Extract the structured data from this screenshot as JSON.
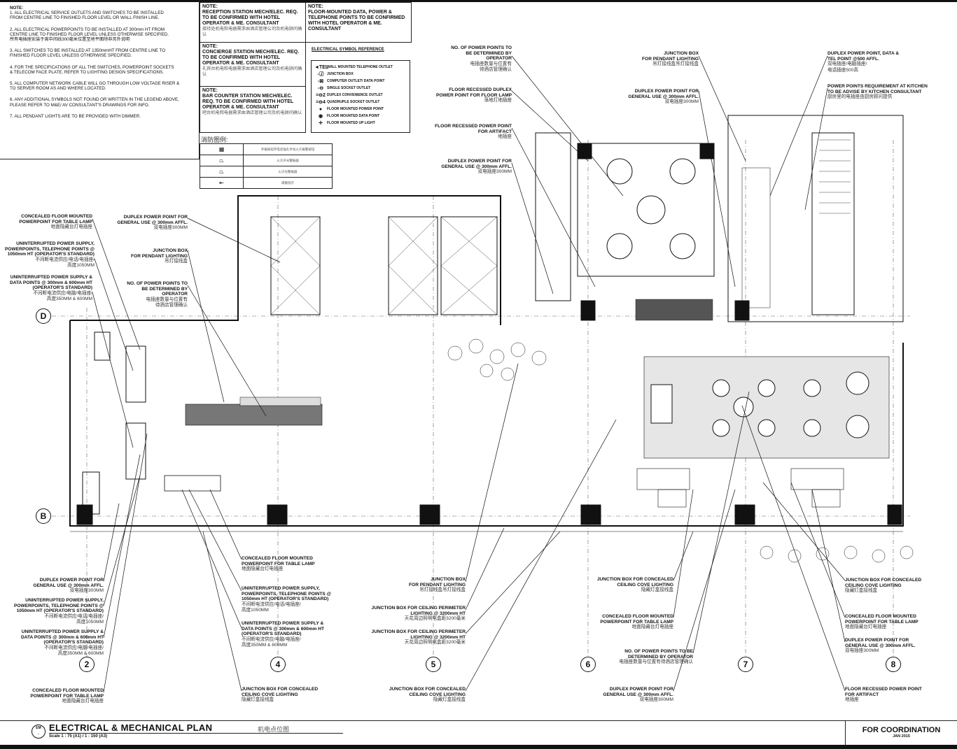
{
  "notes": {
    "title": "NOTE:",
    "items": [
      "1. ALL ELECTRICAL SERVICE OUTLETS AND SWITCHES TO BE INSTALLED\n   FROM CENTRE LINE TO FINISHED FLOOR LEVEL OR WALL FINISH LINE.",
      "2. ALL ELECTRICAL POWERPOINTS TO BE INSTALLED AT 300mm HT FROM\n   CENTRE LINE TO FINISHED FLOOR LEVEL UNLESS OTHERWISE SPECIFIED.\n   所有电插座安装于离中间线300毫米位置至地平面除非另外说明",
      "3. ALL SWITCHES TO BE INSTALLED AT 1350mmHT FROM CENTRE LINE TO\n   FINISHED FLOOR LEVEL UNLESS OTHERWISE SPECIFIED.",
      "4. FOR THE SPECIFICATIONS OF ALL THE SWITCHES, POWERPOINT SOCKETS\n   & TELECOM FACE PLATE, REFER TO LIGHTING DESIGN SPECIFICATIONS.",
      "5. ALL COMPUTER NETWORK CABLE WILL GO THROUGH LOW VOLTAGE RISER &\nTO SERVER ROOM AS AND WHERE LOCATED.",
      "6. ANY ADDITIONAL SYMBOLS NOT FOUND OR WRITTEN IN THE LEGEND ABOVE,\nPLEASE REFER TO M&E/ AV CONSULTANT'S DRAWINGS FOR INFO.",
      "7. ALL PENDANT LIGHTS ARE TO BE    PROVIDED WITH DIMMER."
    ]
  },
  "station_notes": [
    {
      "title": "NOTE:",
      "text": "RECEPTION STATION MECH/ELEC. REQ. TO BE CONFIRMED WITH HOTEL OPERATOR & ME. CONSULTANT",
      "cn": "接待处机电和电器需求由酒店管理公司及机电顾问确认"
    },
    {
      "title": "NOTE:",
      "text": "CONCIERGE STATION MECH/ELEC. REQ. TO BE CONFIRMED WITH HOTEL OPERATOR & ME. CONSULTANT",
      "cn": "礼宾台机电和电器需求由酒店管理公司及机电顾问确认"
    },
    {
      "title": "NOTE:",
      "text": "BAR COUNTER STATION MECH/ELEC. REQ. TO BE CONFIRMED WITH HOTEL OPERATOR & ME. CONSULTANT",
      "cn": "吧台机电和电器需求由酒店管理公司及机电顾问确认"
    },
    {
      "title": "NOTE:",
      "text": "FLOOR-MOUNTED DATA, POWER & TELEPHONE POINTS TO BE CONFIRMED WITH HOTEL OPERATOR & ME. CONSULTANT",
      "cn": ""
    }
  ],
  "legend": {
    "title": "ELECTRICAL SYMBOL REFERENCE",
    "items": [
      {
        "sym": "◄TEL",
        "label": "WALL MOUNTED TELEPHONE OUTLET"
      },
      {
        "sym": "-Ⓙ",
        "label": "JUNCTION BOX"
      },
      {
        "sym": "-⊠",
        "label": "COMPUTER OUTLET/ DATA POINT"
      },
      {
        "sym": "-⊖",
        "label": "SINGLE SOCKET OUTLET"
      },
      {
        "sym": "=⊖2",
        "label": "DUPLEX CONVENIENCE OUTLET"
      },
      {
        "sym": "=⊖4",
        "label": "QUADRUPLE SOCKET OUTLET"
      },
      {
        "sym": "●",
        "label": "FLOOR MOUNTED POWER POINT"
      },
      {
        "sym": "◉",
        "label": "FLOOR MOUNTED DATA POINT"
      },
      {
        "sym": "✛",
        "label": "FLOOR MOUNTED UP LIGHT"
      }
    ]
  },
  "fire_legend": {
    "title": "消防图例:",
    "rows": [
      {
        "sym": "▦",
        "label": "手报按钮带电话插孔手动火灾报警按钮"
      },
      {
        "sym": "⏢",
        "label": "火灾声光警报器"
      },
      {
        "sym": "⏢",
        "label": "火灾光警报器"
      },
      {
        "sym": "⇤",
        "label": "疏散指示"
      }
    ]
  },
  "callouts": [
    {
      "en": "CONCEALED FLOOR MOUNTED\nPOWERPOINT FOR TABLE LAMP",
      "cn": "地面隐藏台灯电插座"
    },
    {
      "en": "UNINTERRUPTED POWER SUPPLY,\nPOWERPOINTS, TELEPHONE POINTS @\n1050mm HT (OPERATOR'S STANDARD)",
      "cn": "不间断电流供应/电话/电插座/\n高度1050MM"
    },
    {
      "en": "UNINTERRUPTED POWER SUPPLY &\nDATA POINTS @ 300mm & 600mm HT\n(OPERATOR'S STANDARD)",
      "cn": "不间断电流供应/电脑/电插座/\n高度350MM & 600MM"
    },
    {
      "en": "DUPLEX POWER POINT FOR\nGENERAL USE @ 300mm AFFL.",
      "cn": "双电插座300MM"
    },
    {
      "en": "JUNCTION BOX\nFOR PENDANT LIGHTING",
      "cn": "吊灯接线盒"
    },
    {
      "en": "NO. OF POWER POINTS TO\nBE DETERMINED BY\nOPERATOR",
      "cn": "电插座数量与位置有\n待酒店管理确认"
    },
    {
      "en": "DUPLEX POWER POINT FOR\nGENERAL USE @ 300mm AFFL.",
      "cn": "双电插座300MM"
    },
    {
      "en": "UNINTERRUPTED POWER SUPPLY,\nPOWERPOINTS, TELEPHONE POINTS @\n1050mm HT (OPERATOR'S STANDARD)",
      "cn": "不间断电流供应/电话/电插座/\n高度1050MM"
    },
    {
      "en": "UNINTERRUPTED POWER SUPPLY &\nDATA POINTS @ 300mm & 600mm HT\n(OPERATOR'S STANDARD)",
      "cn": "不间断电流供应/电脑/电插座/\n高度350MM & 600MM"
    },
    {
      "en": "CONCEALED FLOOR MOUNTED\nPOWERPOINT FOR TABLE LAMP",
      "cn": "地面隐藏台灯电插座"
    },
    {
      "en": "CONCEALED FLOOR MOUNTED\nPOWERPOINT FOR TABLE LAMP",
      "cn": "地面隐藏台灯电插座"
    },
    {
      "en": "UNINTERRUPTED POWER SUPPLY,\nPOWERPOINTS, TELEPHONE POINTS @\n1050mm HT (OPERATOR'S STANDARD)",
      "cn": "不间断电流供应/电话/电插座/\n高度1050MM"
    },
    {
      "en": "UNINTERRUPTED POWER SUPPLY &\nDATA POINTS @ 300mm & 600mm HT\n(OPERATOR'S STANDARD)",
      "cn": "不间断电流供应/电脑/电插座/\n高度350MM & 600MM"
    },
    {
      "en": "JUNCTION BOX FOR CONCEALED\nCEILING COVE LIGHTING",
      "cn": "隐藏灯盒接线盒"
    },
    {
      "en": "JUNCTION BOX\nFOR PENDANT LIGHTING",
      "cn": "吊灯接线盒吊灯接线盒"
    },
    {
      "en": "JUNCTION BOX FOR CEILING PERIMETER\nLIGHTING @ 3200mm HT",
      "cn": "天花周边照明电盒距3200毫米"
    },
    {
      "en": "JUNCTION BOX FOR CEILING PERIMETER\nLIGHTING @ 3200mm HT",
      "cn": "天花周边照明电盒距3200毫米"
    },
    {
      "en": "JUNCTION BOX FOR CONCEALED\nCEILING COVE LIGHTING",
      "cn": "隐藏灯盒接线盒"
    },
    {
      "en": "JUNCTION BOX FOR CONCEALED\nCEILING COVE LIGHTING",
      "cn": "隐藏灯盒接线盒"
    },
    {
      "en": "CONCEALED FLOOR MOUNTED\nPOWERPOINT FOR TABLE LAMP",
      "cn": "地面隐藏台灯电插座"
    },
    {
      "en": "NO. OF POWER POINTS TO BE\nDETERMINED BY OPERATOR",
      "cn": "电插座数量与位置有待酒店管理确认"
    },
    {
      "en": "DUPLEX POWER POINT FOR\nGENERAL USE @ 300mm AFFL.",
      "cn": "双电插座300MM"
    },
    {
      "en": "JUNCTION BOX FOR CONCEALED\nCEILING COVE LIGHTING",
      "cn": "隐藏灯盒接线盒"
    },
    {
      "en": "CONCEALED FLOOR MOUNTED\nPOWERPOINT FOR TABLE LAMP",
      "cn": "地面隐藏台灯电插座"
    },
    {
      "en": "DUPLEX POWER POINT FOR\nGENERAL USE @ 300mm AFFL.",
      "cn": "双电插座300MM"
    },
    {
      "en": "FLOOR RECESSED POWER POINT\nFOR ARTIFACT",
      "cn": "地插座"
    },
    {
      "en": "NO. OF POWER POINTS TO\nBE DETERMINED BY\nOPERATOR",
      "cn": "电插座数量与位置有\n待酒店管理确认"
    },
    {
      "en": "FLOOR RECESSED DUPLEX\nPOWER POINT FOR FLOOR LAMP",
      "cn": "落地灯地插座"
    },
    {
      "en": "FLOOR RECESSED POWER POINT\nFOR ARTIFACT",
      "cn": "地插座"
    },
    {
      "en": "DUPLEX POWER POINT FOR\nGENERAL USE @ 300mm AFFL.",
      "cn": "双电插座300MM"
    },
    {
      "en": "JUNCTION BOX\nFOR PENDANT LIGHTING",
      "cn": "吊灯接线盒吊灯接线盒"
    },
    {
      "en": "DUPLEX POWER POINT FOR\nGENERAL USE @ 300mm AFFL.",
      "cn": "双电插座300MM"
    },
    {
      "en": "DUPLEX POWER POINT, DATA &\nTEL POINT @500 AFFL.",
      "cn": "双电插座/电脑插座/\n电话插座500高"
    },
    {
      "en": "POWER POINTS REQUIREMENT AT KITCHEN\nTO BE ADVISE BY KITCHEN CONSULTANT",
      "cn": "厨房里的电插座由厨房顾问提供"
    }
  ],
  "grid": {
    "D": "D",
    "B": "B",
    "g2": "2",
    "g4": "4",
    "g5": "5",
    "g6": "6",
    "g7": "7",
    "g8": "8"
  },
  "title_block": {
    "symbol_top": "EM",
    "symbol_bottom": "-",
    "title": "ELECTRICAL & MECHANICAL PLAN",
    "title_cn": "机电点位图",
    "scale": "Scale 1 : 75 (A1) / 1 : 150 (A3)",
    "status": "FOR COORDINATION",
    "date": "JAN 2015"
  }
}
